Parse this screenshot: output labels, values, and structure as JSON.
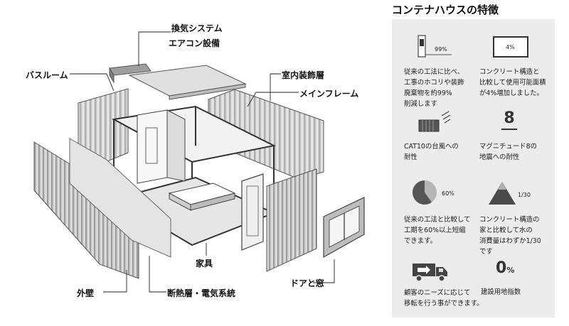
{
  "diagram": {
    "labels": {
      "ventilation": "換気システム",
      "aircon": "エアコン設備",
      "bathroom": "バスルーム",
      "interior": "室内装飾層",
      "main_frame": "メインフレーム",
      "furniture": "家具",
      "exterior_wall": "外壁",
      "insulation": "断熱層・電気系統",
      "door_window": "ドアと窓"
    }
  },
  "features": {
    "title": "コンテナハウスの特徴",
    "items": [
      {
        "icon": "waste-bin-icon",
        "value": "99%",
        "lines": [
          "従来の工法に比べ、",
          "工事のホコリや装飾",
          "廃棄物を約99%",
          "削減します"
        ]
      },
      {
        "icon": "floor-area-icon",
        "value": "4%",
        "lines": [
          "コンクリート構造と",
          "比較して使用可能面積",
          "が4%増加しました。"
        ]
      },
      {
        "icon": "wind-container-icon",
        "lines": [
          "CAT10の台風への",
          "耐性"
        ]
      },
      {
        "icon": "magnitude-icon",
        "value": "8",
        "lines": [
          "マグニチュード8の",
          "地震への耐性"
        ]
      },
      {
        "icon": "pie-chart-icon",
        "value": "60%",
        "lines": [
          "従来の工法と比較して",
          "工期を60%以上短縮",
          "できます。"
        ]
      },
      {
        "icon": "water-triangle-icon",
        "value": "1/30",
        "lines": [
          "コンクリート構造の",
          "家と比較して水の",
          "消費量はわずか1/30",
          "です"
        ]
      },
      {
        "icon": "truck-icon",
        "lines": [
          "顧客のニーズに応じて",
          "移転を行う事ができます。"
        ]
      },
      {
        "icon": "zero-percent-icon",
        "value": "0",
        "unit": "%",
        "lines": [
          "建設用地指数"
        ]
      }
    ]
  }
}
